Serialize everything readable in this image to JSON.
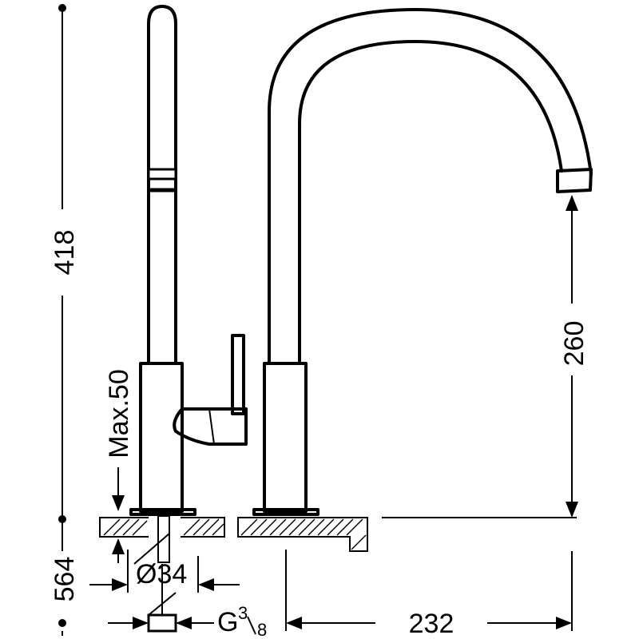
{
  "dimensions": {
    "total_height": "418",
    "spout_clearance": "260",
    "max_counter": "Max.50",
    "under_counter": "564",
    "hole_diameter": "Ø34",
    "connector_thread_main": "G",
    "connector_thread_num": "3",
    "connector_thread_den": "8",
    "reach": "232"
  }
}
